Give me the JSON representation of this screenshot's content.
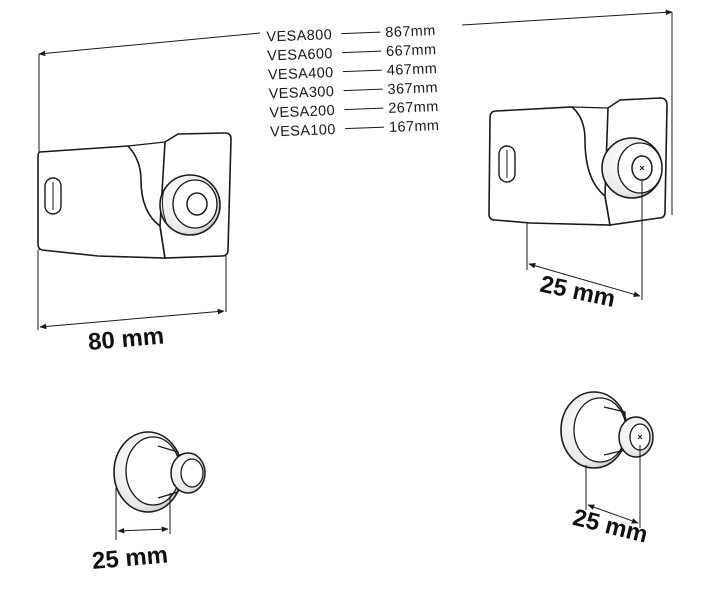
{
  "vesa_table": [
    {
      "standard": "VESA800",
      "distance": "867mm"
    },
    {
      "standard": "VESA600",
      "distance": "667mm"
    },
    {
      "standard": "VESA400",
      "distance": "467mm"
    },
    {
      "standard": "VESA300",
      "distance": "367mm"
    },
    {
      "standard": "VESA200",
      "distance": "267mm"
    },
    {
      "standard": "VESA100",
      "distance": "167mm"
    }
  ],
  "dimensions": {
    "left_bracket_width": "80 mm",
    "right_bracket_offset": "25 mm",
    "left_spacer_offset": "25 mm",
    "right_spacer_offset": "25 mm"
  }
}
